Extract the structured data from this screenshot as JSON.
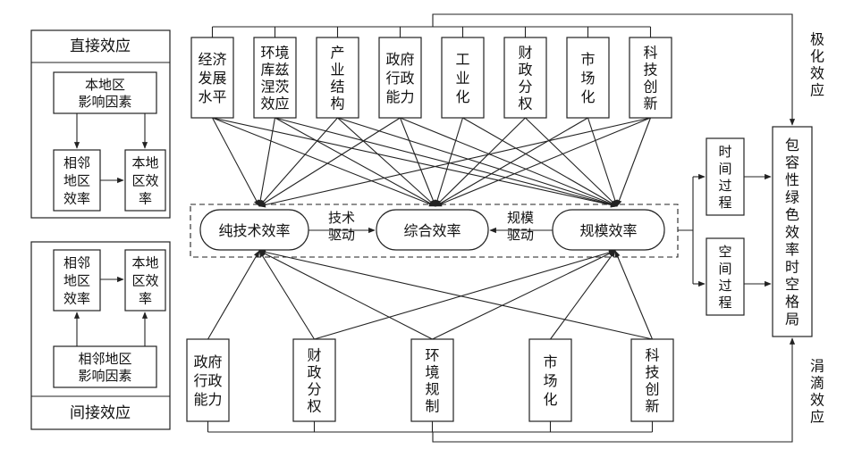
{
  "left_panels": {
    "direct": {
      "title": "直接效应",
      "local_factors": [
        "本地区",
        "影响因素"
      ],
      "neighbor_eff": [
        "相邻",
        "地区",
        "效率"
      ],
      "local_eff": [
        "本地",
        "区效",
        "率"
      ]
    },
    "indirect": {
      "title": "间接效应",
      "neighbor_eff": [
        "相邻",
        "地区",
        "效率"
      ],
      "local_eff": [
        "本地",
        "区效",
        "率"
      ],
      "neighbor_factors": [
        "相邻地区",
        "影响因素"
      ]
    }
  },
  "top_factors": [
    [
      "经济",
      "发展",
      "水平"
    ],
    [
      "环境",
      "库兹",
      "涅茨",
      "效应"
    ],
    [
      "产",
      "业",
      "结",
      "构"
    ],
    [
      "政府",
      "行政",
      "能力"
    ],
    [
      "工",
      "业",
      "化"
    ],
    [
      "财",
      "政",
      "分",
      "权"
    ],
    [
      "市",
      "场",
      "化"
    ],
    [
      "科",
      "技",
      "创",
      "新"
    ]
  ],
  "bottom_factors": [
    [
      "政府",
      "行政",
      "能力"
    ],
    [
      "财",
      "政",
      "分",
      "权"
    ],
    [
      "环",
      "境",
      "规",
      "制"
    ],
    [
      "市",
      "场",
      "化"
    ],
    [
      "科",
      "技",
      "创",
      "新"
    ]
  ],
  "efficiency": {
    "pure_tech": "纯技术效率",
    "overall": "综合效率",
    "scale": "规模效率",
    "tech_drive": [
      "技术",
      "驱动"
    ],
    "scale_drive": [
      "规模",
      "驱动"
    ]
  },
  "process": {
    "time": [
      "时",
      "间",
      "过",
      "程"
    ],
    "space": [
      "空",
      "间",
      "过",
      "程"
    ]
  },
  "result": [
    "包",
    "容",
    "性",
    "绿",
    "色",
    "效",
    "率",
    "时",
    "空",
    "格",
    "局"
  ],
  "polarization": [
    "极",
    "化",
    "效",
    "应"
  ],
  "trickle_down": [
    "涓",
    "滴",
    "效",
    "应"
  ]
}
